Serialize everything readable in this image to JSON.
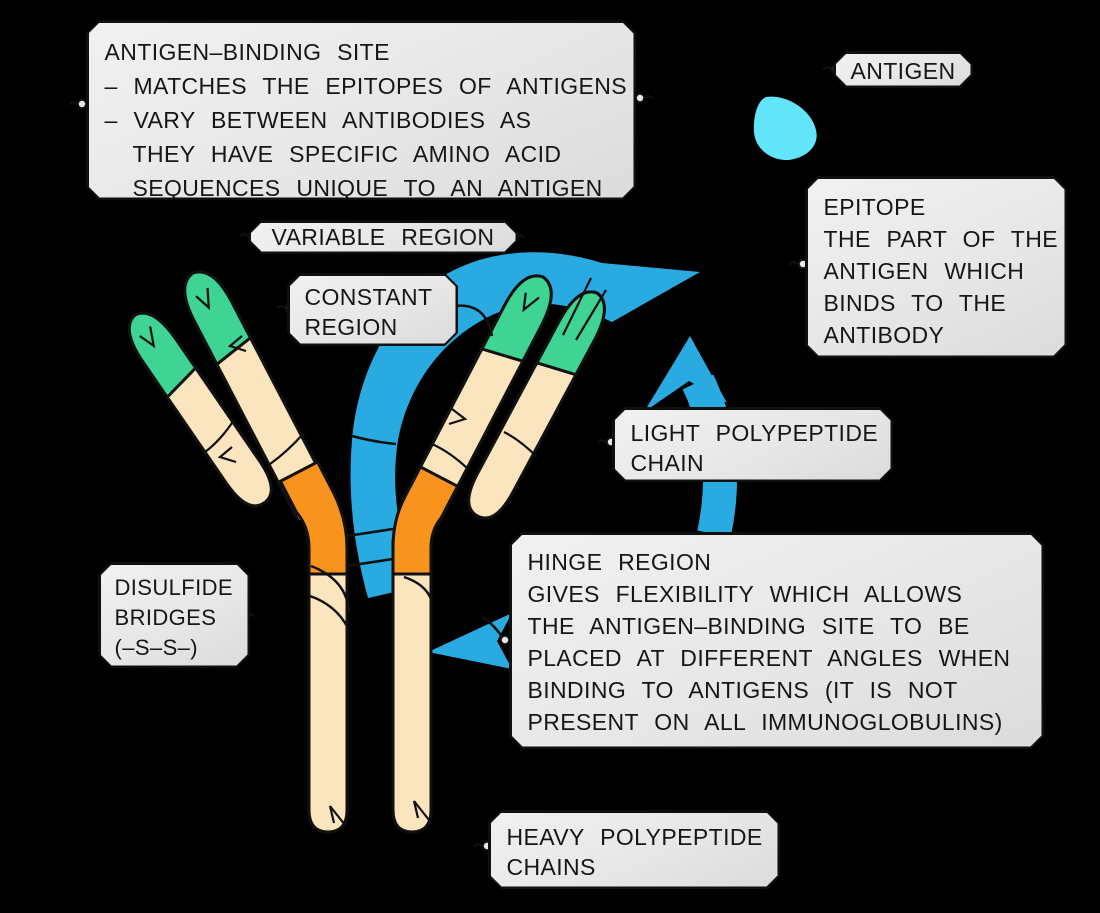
{
  "colors": {
    "background": "#000000",
    "arrow_blue": "#29abe2",
    "variable_green": "#3fd493",
    "chain_cream": "#fbe5be",
    "hinge_orange": "#f8941d",
    "antigen_cyan": "#63e5f9",
    "label_fill": "#e7e7e7",
    "outline": "#111111"
  },
  "labels": {
    "antigen_binding": {
      "lines": [
        "ANTIGEN–BINDING SITE",
        "– MATCHES THE EPITOPES OF ANTIGENS",
        "– VARY BETWEEN ANTIBODIES AS",
        "THEY HAVE SPECIFIC AMINO ACID",
        "SEQUENCES UNIQUE TO AN ANTIGEN"
      ]
    },
    "antigen": {
      "text": "ANTIGEN"
    },
    "epitope": {
      "lines": [
        "EPITOPE",
        "THE PART OF THE",
        "ANTIGEN WHICH",
        "BINDS TO THE",
        "ANTIBODY"
      ]
    },
    "variable_region": {
      "text": "VARIABLE REGION"
    },
    "constant_region": {
      "lines": [
        "CONSTANT",
        "REGION"
      ]
    },
    "light_chain": {
      "lines": [
        "LIGHT POLYPEPTIDE",
        "CHAIN"
      ]
    },
    "hinge_region": {
      "lines": [
        "HINGE REGION",
        "GIVES FLEXIBILITY WHICH ALLOWS",
        "THE ANTIGEN–BINDING SITE TO BE",
        "PLACED AT DIFFERENT ANGLES WHEN",
        "BINDING TO ANTIGENS (IT IS NOT",
        "PRESENT ON ALL IMMUNOGLOBULINS)"
      ]
    },
    "disulfide": {
      "lines": [
        "DISULFIDE",
        "BRIDGES",
        "(–S–S–)"
      ]
    },
    "heavy_chains": {
      "lines": [
        "HEAVY POLYPEPTIDE",
        "CHAINS"
      ]
    }
  }
}
